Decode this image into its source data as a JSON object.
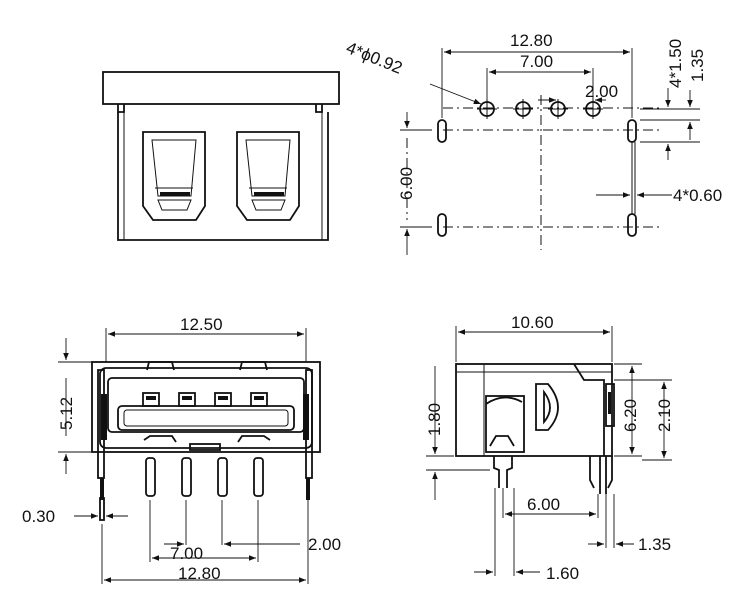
{
  "top_view": {
    "dim_width": "12.80",
    "dim_inner": "7.00",
    "dim_pitch": "2.00",
    "dim_holes": "4*ϕ0.92",
    "dim_offset_a": "4*1.50",
    "dim_offset_b": "1.35",
    "dim_height": "6.00",
    "dim_slot": "4*0.60"
  },
  "front_view": {
    "dim_width": "12.50",
    "dim_height": "5.12",
    "dim_pin": "0.30",
    "dim_inner": "7.00",
    "dim_pitch": "2.00",
    "dim_total": "12.80"
  },
  "side_view": {
    "dim_width": "10.60",
    "dim_a": "1.80",
    "dim_b": "6.20",
    "dim_c": "2.10",
    "dim_d": "6.00",
    "dim_e": "1.35",
    "dim_f": "1.60"
  }
}
